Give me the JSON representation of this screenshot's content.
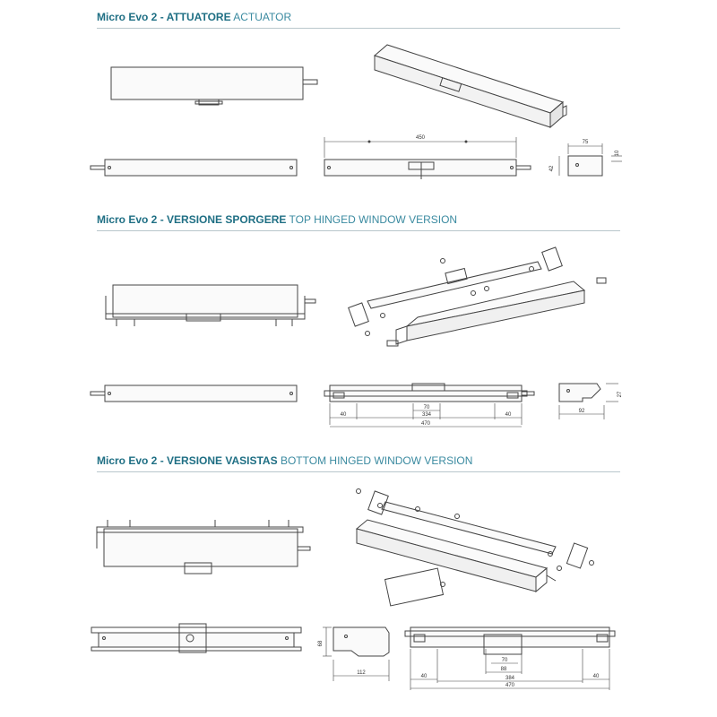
{
  "sections": [
    {
      "title_bold": "Micro Evo 2 - ATTUATORE",
      "title_light": "ACTUATOR",
      "dimensions": {
        "length": "450",
        "width": "75",
        "height": "42",
        "depth": "10"
      }
    },
    {
      "title_bold": "Micro Evo 2 - VERSIONE SPORGERE",
      "title_light": "TOP HINGED WINDOW VERSION",
      "dimensions": {
        "left": "40",
        "center": "70",
        "span": "334",
        "right": "40",
        "total": "470",
        "depth": "92",
        "height": "27"
      }
    },
    {
      "title_bold": "Micro Evo 2 - VERSIONE VASISTAS",
      "title_light": "BOTTOM HINGED WINDOW VERSION",
      "dimensions": {
        "height": "68",
        "depth": "112",
        "left": "40",
        "center": "70",
        "bracket": "88",
        "span": "384",
        "right": "40",
        "total": "470"
      }
    }
  ],
  "colors": {
    "title": "#1f6f84",
    "line": "#444444",
    "rule": "#b9c7cc"
  }
}
